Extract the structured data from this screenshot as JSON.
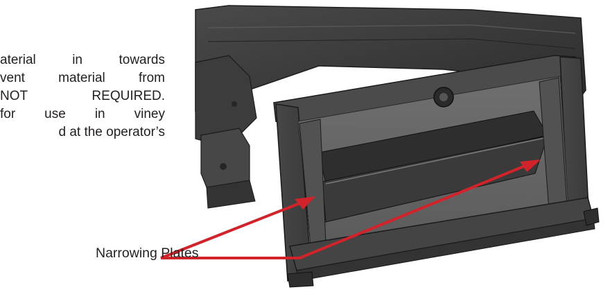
{
  "paragraph": {
    "lines": [
      "aterial in towards",
      "vent material from",
      "NOT REQUIRED.",
      "for use in viney",
      "d at the operator’s"
    ]
  },
  "callout": {
    "label": "Narrowing Plates"
  },
  "colors": {
    "text": "#231f20",
    "arrow": "#d2232a",
    "machine_dark": "#3a3a3a",
    "machine_light": "#6b6b6b"
  }
}
